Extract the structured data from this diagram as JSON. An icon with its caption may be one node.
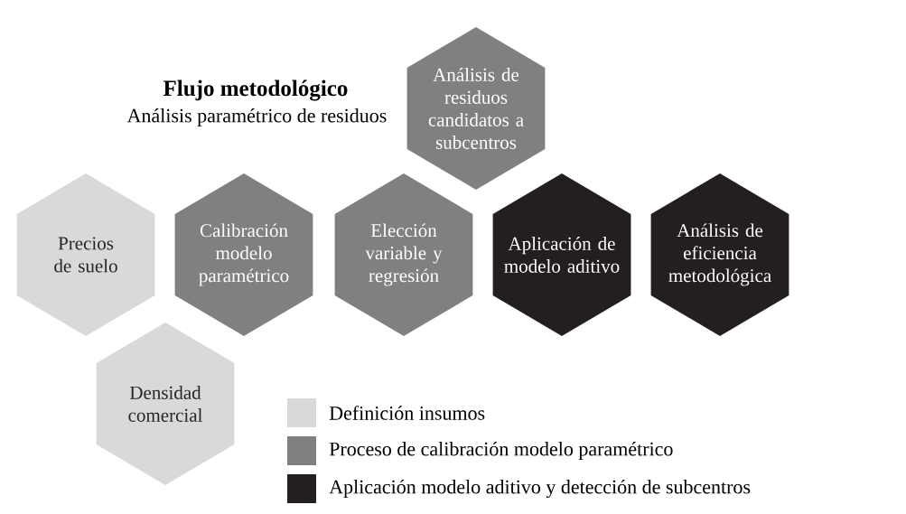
{
  "diagram": {
    "title": "Flujo metodológico",
    "nodes": [
      {
        "text": [
          "Análisis de residuos candidatos a subcentros"
        ]
      },
      {
        "text": [
          "Precios de suelo"
        ]
      },
      {
        "text": [
          "Calibración modelo paramétrico"
        ]
      },
      {
        "text": [
          "Elección variable y regresión"
        ]
      },
      {
        "text": [
          "Aplicación de modelo aditivo"
        ]
      },
      {
        "text": [
          "Análisis de eficiencia metodológica"
        ]
      },
      {
        "text": [
          "Densidad comercial"
        ]
      }
    ],
    "labels": [
      "Análisis paramétrico de residuos"
    ],
    "legend": [
      {
        "text": "Definición insumos",
        "color": "#d9d9d9"
      },
      {
        "text": "Proceso de calibración modelo paramétrico",
        "color": "#808080"
      },
      {
        "text": "Aplicación modelo aditivo y detección de subcentros",
        "color": "#231f20"
      }
    ]
  }
}
